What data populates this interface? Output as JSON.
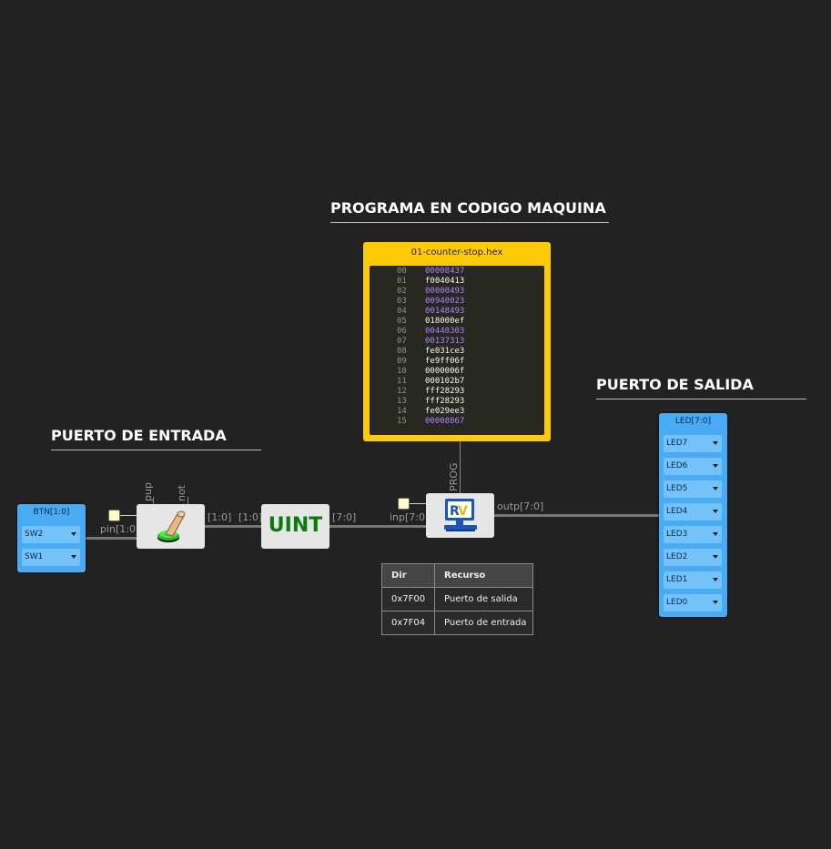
{
  "headings": {
    "program": "PROGRAMA EN CODIGO MAQUINA",
    "output": "PUERTO DE SALIDA",
    "input": "PUERTO DE ENTRADA"
  },
  "hex": {
    "filename": "01-counter-stop.hex",
    "rows": [
      {
        "ln": "00",
        "val": "00008437",
        "color": "#ae81ff"
      },
      {
        "ln": "01",
        "val": "f0040413",
        "color": "#f8f8f2"
      },
      {
        "ln": "02",
        "val": "00000493",
        "color": "#ae81ff"
      },
      {
        "ln": "03",
        "val": "00940023",
        "color": "#ae81ff"
      },
      {
        "ln": "04",
        "val": "00148493",
        "color": "#ae81ff"
      },
      {
        "ln": "05",
        "val": "018000ef",
        "color": "#f8f8f2"
      },
      {
        "ln": "06",
        "val": "00440303",
        "color": "#ae81ff"
      },
      {
        "ln": "07",
        "val": "00137313",
        "color": "#ae81ff"
      },
      {
        "ln": "08",
        "val": "fe031ce3",
        "color": "#f8f8f2"
      },
      {
        "ln": "09",
        "val": "fe9ff06f",
        "color": "#f8f8f2"
      },
      {
        "ln": "10",
        "val": "0000006f",
        "color": "#f8f8f2"
      },
      {
        "ln": "11",
        "val": "000102b7",
        "color": "#f8f8f2"
      },
      {
        "ln": "12",
        "val": "fff28293",
        "color": "#f8f8f2"
      },
      {
        "ln": "13",
        "val": "fff28293",
        "color": "#f8f8f2"
      },
      {
        "ln": "14",
        "val": "fe029ee3",
        "color": "#f8f8f2"
      },
      {
        "ln": "15",
        "val": "00008067",
        "color": "#ae81ff"
      }
    ]
  },
  "btn_panel": {
    "title": "BTN[1:0]",
    "items": [
      "SW2",
      "SW1"
    ]
  },
  "led_panel": {
    "title": "LED[7:0]",
    "items": [
      "LED7",
      "LED6",
      "LED5",
      "LED4",
      "LED3",
      "LED2",
      "LED1",
      "LED0"
    ]
  },
  "pins": {
    "pin": "pin[1:0]",
    "pup": "pup",
    "not": "not",
    "bus_out": "[1:0]",
    "uint_in": "[1:0]",
    "uint_out": "[7:0]",
    "inp": "inp[7:0]",
    "outp": "outp[7:0]",
    "prog": "PROG"
  },
  "uint_block": {
    "label": "UINT",
    "color": "#0a7a0a"
  },
  "cpu_icon": "riscv-monitor-icon",
  "button_icon": "push-button-icon",
  "resource_table": {
    "headers": [
      "Dir",
      "Recurso"
    ],
    "rows": [
      [
        "0x7F00",
        "Puerto de salida"
      ],
      [
        "0x7F04",
        "Puerto de entrada"
      ]
    ]
  }
}
